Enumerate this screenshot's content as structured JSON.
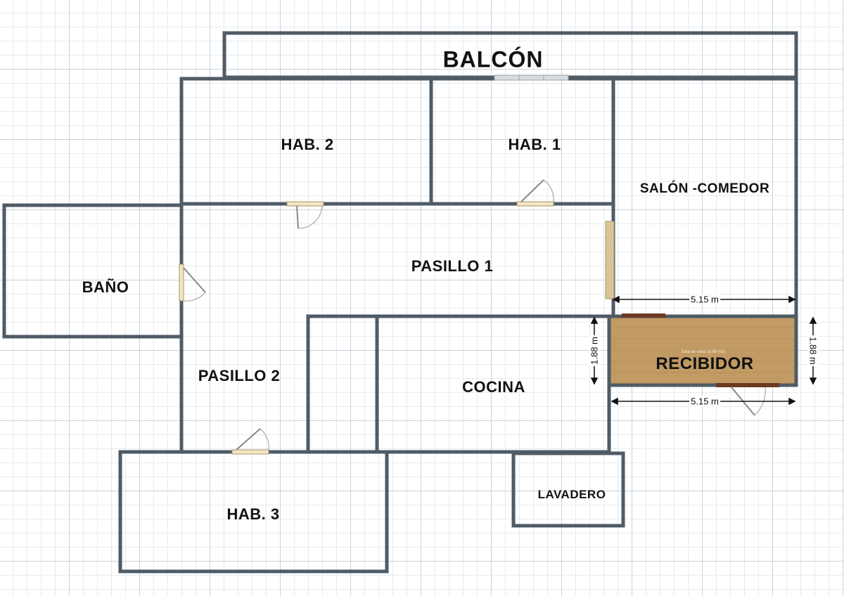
{
  "rooms": {
    "balcon": "BALCÓN",
    "hab2": "HAB. 2",
    "hab1": "HAB. 1",
    "salon": "SALÓN -COMEDOR",
    "bano": "BAÑO",
    "pasillo1": "PASILLO 1",
    "pasillo2": "PASILLO 2",
    "cocina": "COCINA",
    "recibidor": "RECIBIDOR",
    "lavadero": "LAVADERO",
    "hab3": "HAB. 3"
  },
  "dimensions": {
    "recibidor_width_top": "5.15 m",
    "recibidor_width_bottom": "5.15 m",
    "recibidor_height_left": "1.88 m",
    "recibidor_height_right": "1.88 m"
  },
  "floor_label": "Sala de estar (9.68 m2)",
  "colors": {
    "wall": "#4f5b66",
    "door": "#f2e6c4",
    "floor": "#c29a63",
    "grid": "#c9d3dd"
  }
}
